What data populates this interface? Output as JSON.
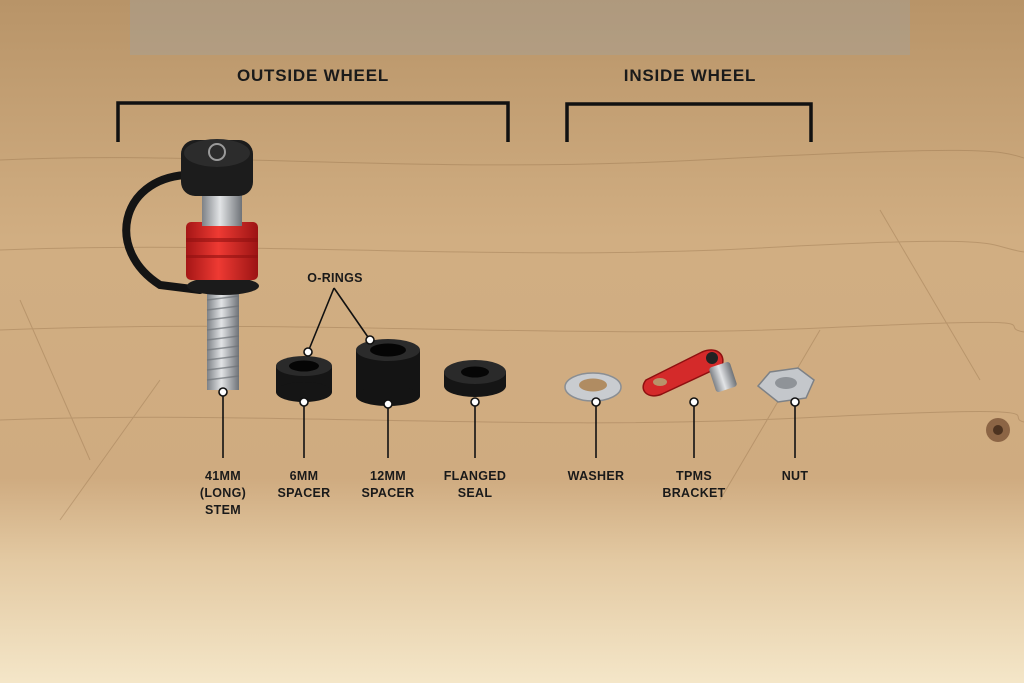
{
  "headings": {
    "outside": "OUTSIDE WHEEL",
    "inside": "INSIDE WHEEL"
  },
  "callout": "O-RINGS",
  "parts": {
    "stem": [
      "41MM",
      "(LONG)",
      "STEM"
    ],
    "spacer6": [
      "6MM",
      "SPACER"
    ],
    "spacer12": [
      "12MM",
      "SPACER"
    ],
    "seal": [
      "FLANGED",
      "SEAL"
    ],
    "washer": [
      "WASHER"
    ],
    "tpms": [
      "TPMS",
      "BRACKET"
    ],
    "nut": [
      "NUT"
    ]
  },
  "colors": {
    "wood": "#c9a57a",
    "wood_light": "#ead3ae",
    "ink": "#1a1a1a",
    "accent_red": "#d62828",
    "black_part": "#141414",
    "metal": "#b9bcc0"
  }
}
